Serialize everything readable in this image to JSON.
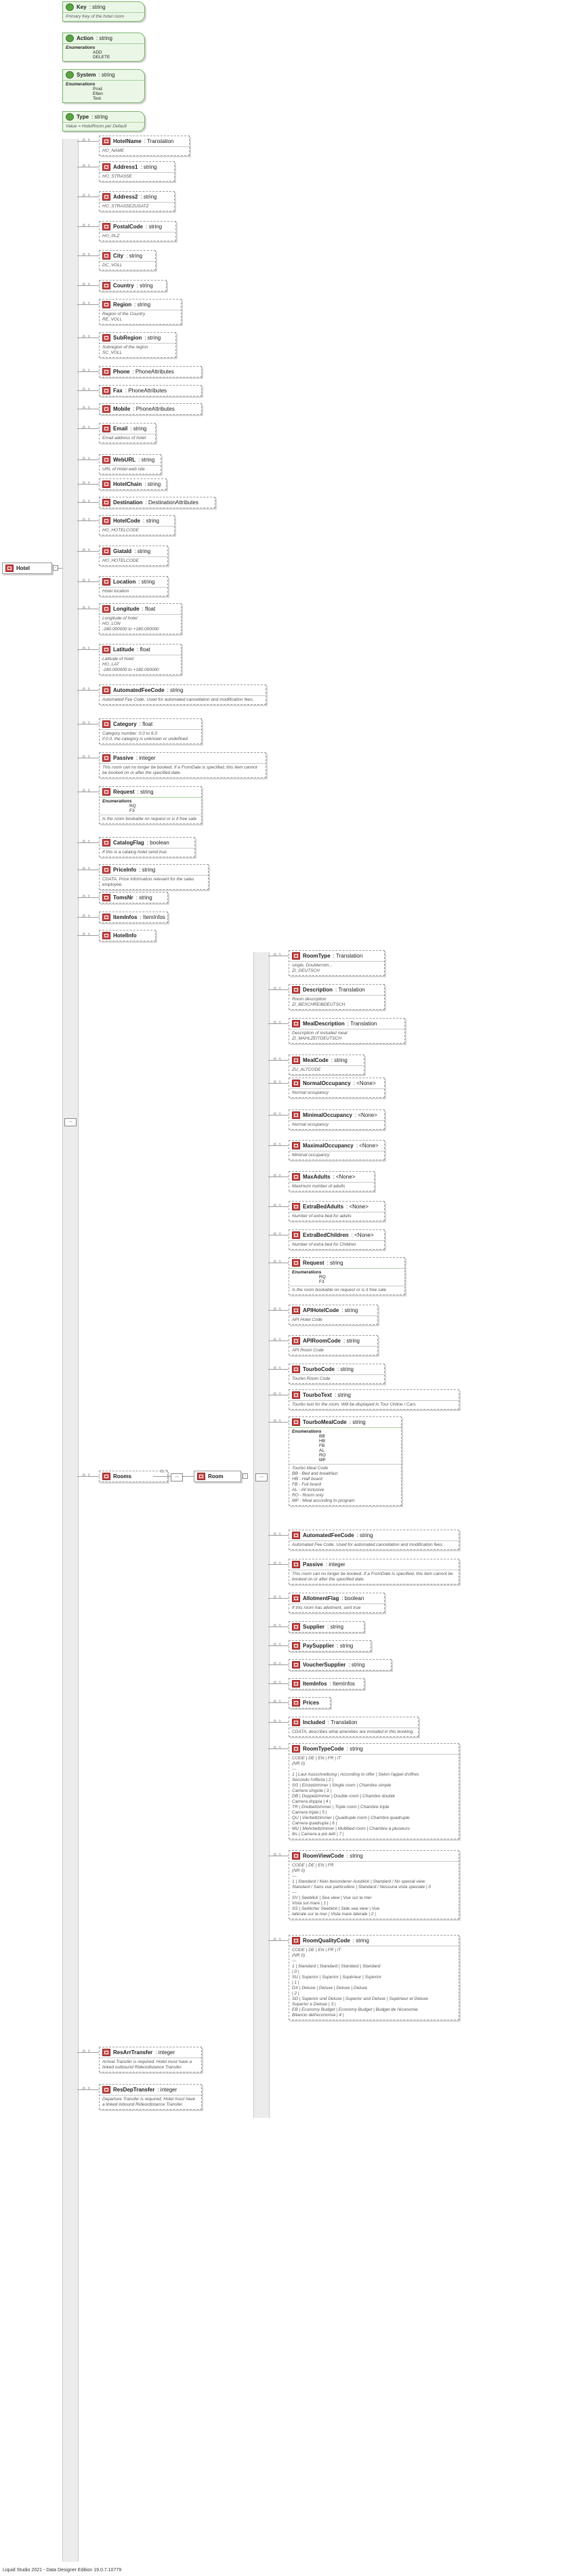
{
  "attributes": [
    {
      "name": "Key",
      "type": ": string",
      "desc": "Primary Key of the hotel room"
    },
    {
      "name": "Action",
      "type": ": string",
      "enum_label": "Enumerations",
      "enum": [
        "ADD",
        "DELETE"
      ]
    },
    {
      "name": "System",
      "type": ": string",
      "enum_label": "Enumerations",
      "enum": [
        "Prod",
        "Elten",
        "Test"
      ]
    },
    {
      "name": "Type",
      "type": ": string",
      "desc": "Value = HotelRoom per Default"
    }
  ],
  "root": {
    "name": "Hotel"
  },
  "hotel_fields": [
    {
      "name": "HotelName",
      "type": ": Translation",
      "desc": "HO_NAME",
      "optional": false
    },
    {
      "name": "Address1",
      "type": ": string",
      "desc": "HO_STRASSE",
      "optional": true
    },
    {
      "name": "Address2",
      "type": ": string",
      "desc": "HO_STRASSEZUSATZ",
      "optional": true
    },
    {
      "name": "PostalCode",
      "type": ": string",
      "desc": "HO_PLZ",
      "optional": true
    },
    {
      "name": "City",
      "type": ": string",
      "desc": "DC_VOLL",
      "optional": true
    },
    {
      "name": "Country",
      "type": ": string",
      "desc": "",
      "optional": true
    },
    {
      "name": "Region",
      "type": ": string",
      "desc": "Region of the Country\nRE_VOLL",
      "optional": true
    },
    {
      "name": "SubRegion",
      "type": ": string",
      "desc": "Subregion of the region\nSC_VOLL",
      "optional": true
    },
    {
      "name": "Phone",
      "type": ": PhoneAttributes",
      "desc": "",
      "optional": true
    },
    {
      "name": "Fax",
      "type": ": PhoneAttributes",
      "desc": "",
      "optional": true
    },
    {
      "name": "Mobile",
      "type": ": PhoneAttributes",
      "desc": "",
      "optional": true
    },
    {
      "name": "Email",
      "type": ": string",
      "desc": "Email address of hotel",
      "optional": true
    },
    {
      "name": "WebURL",
      "type": ": string",
      "desc": "URL of Hotel web site",
      "optional": true
    },
    {
      "name": "HotelChain",
      "type": ": string",
      "desc": "",
      "optional": true
    },
    {
      "name": "Destination",
      "type": ": DestinationAttributes",
      "desc": "",
      "optional": true
    },
    {
      "name": "HotelCode",
      "type": ": string",
      "desc": "HO_HOTELCODE",
      "optional": true
    },
    {
      "name": "GiataId",
      "type": ": string",
      "desc": "HO_HOTELCODE",
      "optional": true
    },
    {
      "name": "Location",
      "type": ": string",
      "desc": "Hotel location",
      "optional": true
    },
    {
      "name": "Longitude",
      "type": ": float",
      "desc": "Longitude of hotel\nHO_LON\n-180.000000 to +180.000000",
      "optional": true
    },
    {
      "name": "Latitude",
      "type": ": float",
      "desc": "Latitude of hotel\nHO_LAT\n-180.000000 to +180.000000",
      "optional": true
    },
    {
      "name": "AutomatedFeeCode",
      "type": ": string",
      "desc": "Automated Fee Code. Used for automated cancellation and modification fees.",
      "optional": true
    },
    {
      "name": "Category",
      "type": ": float",
      "desc": "Category number: 0.0 to 6.0\nif 0.0, the category is unknown or undefined.",
      "optional": true
    },
    {
      "name": "Passive",
      "type": ": integer",
      "desc": "This room can no longer be booked. If a FromDate is specified, this item cannot be booked on or after the specified date.",
      "optional": true
    },
    {
      "name": "Request",
      "type": ": string",
      "enum": [
        "RQ",
        "F3"
      ],
      "desc": "Is the room bookable on request or is it free sale",
      "optional": true
    },
    {
      "name": "CatalogFlag",
      "type": ": boolean",
      "desc": "If this is a catalog hotel send true",
      "optional": true
    },
    {
      "name": "PriceInfo",
      "type": ": string",
      "desc": "CDATA. Price information relevant for the sales employee.",
      "optional": true
    },
    {
      "name": "TomsNr",
      "type": ": string",
      "desc": "",
      "optional": true
    },
    {
      "name": "ItemInfos",
      "type": ": ItemInfos",
      "desc": "",
      "optional": true
    },
    {
      "name": "HotelInfo",
      "type": "",
      "desc": "",
      "optional": true
    },
    {
      "name": "Rooms",
      "type": "",
      "desc": "",
      "optional": true
    },
    {
      "name": "ResArrTransfer",
      "type": ": integer",
      "desc": "Arrival Transfer is required. Hotel must have a linked outbound Rideordistance Transfer.",
      "optional": true
    },
    {
      "name": "ResDepTransfer",
      "type": ": integer",
      "desc": "Departure Transfer is required. Hotel must have a linked inbound Rideordistance Transfer.",
      "optional": true
    }
  ],
  "room": {
    "name": "Room",
    "multiplicity": "0..*"
  },
  "room_fields": [
    {
      "name": "RoomType",
      "type": ": Translation",
      "desc": "single, Doublerrom...\nZI_DEUTSCH"
    },
    {
      "name": "Description",
      "type": ": Translation",
      "desc": "Room description\nZI_BESCHREIBDEUTSCH"
    },
    {
      "name": "MealDescription",
      "type": ": Translation",
      "desc": "Description of included meal\nZI_MAHLZEITDEUTSCH"
    },
    {
      "name": "MealCode",
      "type": ": string",
      "desc": "ZU_ALTCODE"
    },
    {
      "name": "NormalOccupancy",
      "type": ": <None>",
      "desc": "Normal occupancy"
    },
    {
      "name": "MinimalOccupancy",
      "type": ": <None>",
      "desc": "Normal occupancy"
    },
    {
      "name": "MaximalOccupancy",
      "type": ": <None>",
      "desc": "Minimal occupancy"
    },
    {
      "name": "MaxAdults",
      "type": ": <None>",
      "desc": "Maximum number of adults"
    },
    {
      "name": "ExtraBedAdults",
      "type": ": <None>",
      "desc": "Number of extra bed for adults"
    },
    {
      "name": "ExtraBedChildren",
      "type": ": <None>",
      "desc": "Number of extra bed for Children"
    },
    {
      "name": "Request",
      "type": ": string",
      "enum": [
        "RQ",
        "F3"
      ],
      "desc": "Is the room bookable on request or is it free sale"
    },
    {
      "name": "APIHotelCode",
      "type": ": string",
      "desc": "API Hotel Code"
    },
    {
      "name": "APIRoomCode",
      "type": ": string",
      "desc": "API Room Code"
    },
    {
      "name": "TourboCode",
      "type": ": string",
      "desc": "Tourbo Room Code"
    },
    {
      "name": "TourboText",
      "type": ": string",
      "desc": "Tourbo text for the room. Will be displayed in Tour Online / Cars"
    },
    {
      "name": "TourboMealCode",
      "type": ": string",
      "enum": [
        "BB",
        "HB",
        "FB",
        "AL",
        "RO",
        "MP"
      ],
      "desc": "Tourbo Meal Code\nBB - Bed and breakfast\nHB - Half board\nFB - Full board\nAL - All inclusive\nRO - Room only\nMP - Meal according to program"
    },
    {
      "name": "AutomatedFeeCode",
      "type": ": string",
      "desc": "Automated Fee Code. Used for automated cancellation and modification fees."
    },
    {
      "name": "Passive",
      "type": ": integer",
      "desc": "This room can no longer be booked. If a FromDate is specified, this item cannot be booked on or after the specified date."
    },
    {
      "name": "AllotmentFlag",
      "type": ": boolean",
      "desc": "If this room has allotment, sent true"
    },
    {
      "name": "Supplier",
      "type": ": string",
      "desc": ""
    },
    {
      "name": "PaySupplier",
      "type": ": string",
      "desc": ""
    },
    {
      "name": "VoucherSupplier",
      "type": ": string",
      "desc": ""
    },
    {
      "name": "ItemInfos",
      "type": ": ItemInfos",
      "desc": ""
    },
    {
      "name": "Prices",
      "type": "",
      "desc": ""
    },
    {
      "name": "Included",
      "type": ": Translation",
      "desc": "CDATA, describes what amenities are included in this booking."
    },
    {
      "name": "RoomTypeCode",
      "type": ": string",
      "desc": "CODE | DE              | EN            | FR            | IT\n(NR 0)\n---\n1 | Laut Ausschreibung   | According to offer | Selon l'appel d'offres\nSecondo l'offerta  | 2 |\nSG | Einzelzimmer          | Single room      | Chambre simple\nCamera singola        | 3 |\nDB | Doppelzimmer          | Double room      | Chambre double\nCamera doppia         | 4 |\nTR | Dreibettzimmer        | Triple room      | Chambre triple\nCamera tripla         | 5 |\nQU | Vierbettzimmer        | Quadruple room   | Chambre quadruple\nCamera quadrupla      | 6 |\nMU | Mehrbettzimmer        | Multibed room    | Chambre à plusieurs\nlits | Camera a più letti | 7 |"
    },
    {
      "name": "RoomViewCode",
      "type": ": string",
      "desc": "CODE | DE                | EN                 | FR\n(NR 0)\n---\n1 | Standard / Kein besonderer Ausblick | Standard / No special view\nStandard / Sans vue particulière | Standard / Nessuna vista speciale | 0\n---\nSV | Seeblick          | Sea view          | Vue sur la mer\nVista sul mare     | 1 |\nSS | Seitlicher Seeblick | Side sea view   | Vue\nlatérale sur la mer | Vista mare laterale | 2 |"
    },
    {
      "name": "RoomQualityCode",
      "type": ": string",
      "desc": "CODE | DE          | EN          | FR          | IT\n(NR 0)\n---\n1 | Standard     | Standard     | Standard      | Standard\n| 0 |\nSU | Superior     | Superior     | Supérieur     | Superior\n| 1 |\nDX | Deluxe       | Deluxe       | Deluxe        | Deluxe\n| 2 |\nSD | Superior und Deluxe | Superior and Deluxe | Supérieur et Deluxe\nSuperior e Deluxe   | 3 |\nEB | Economy Budget | Economy Budget | Budget de l'économie\nBilancio dell'economia | 4 |"
    }
  ],
  "footer": "Liquid Studio 2021 - Data Designer Edition 19.0.7.10779"
}
